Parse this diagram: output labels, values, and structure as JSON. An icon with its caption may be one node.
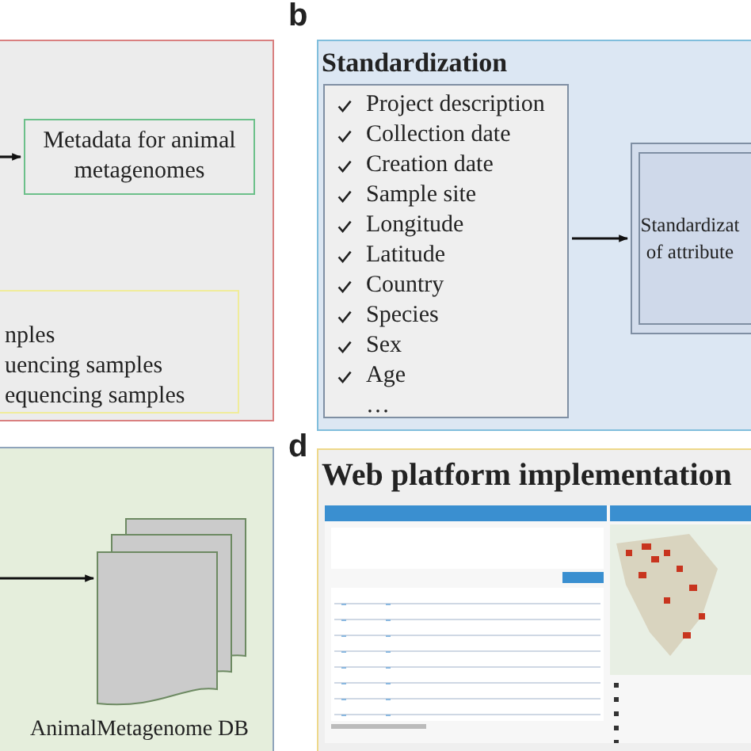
{
  "diagram": {
    "nodes": [
      {
        "text": [],
        "shape": "box"
      },
      {
        "text": [
          "Metadata for animal metagenomes"
        ],
        "in": 0
      },
      {
        "text": [
          "nples",
          "uencing samples",
          "equencing samples"
        ],
        "in": 0
      },
      {
        "text": [
          "Standardization"
        ]
      },
      {
        "text": [
          "Project description",
          "Collection date",
          "Creation date",
          "Sample site",
          "Longitude",
          "Latitude",
          "Country",
          "Species",
          "Sex",
          "Age",
          "…"
        ],
        "in": 3
      },
      {
        "text": [
          "Standardizat of attribute"
        ],
        "in": 3
      },
      {
        "text": [],
        "shape": "box"
      },
      {
        "text": [],
        "shape": "document",
        "beside": [
          "AnimalMetagenome DB"
        ],
        "in": 6
      },
      {
        "text": [
          "Web platform implementation"
        ]
      }
    ],
    "edges": [
      {
        "from": null,
        "to": 1,
        "arrow": "to"
      },
      {
        "from": 4,
        "to": 5,
        "arrow": "to"
      },
      {
        "from": null,
        "to": 7,
        "arrow": "to"
      }
    ],
    "labels": [
      "b",
      "d"
    ]
  }
}
